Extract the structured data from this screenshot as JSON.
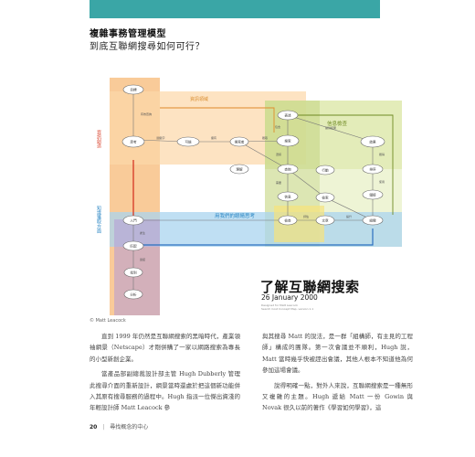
{
  "header": {
    "section_title": "複雜事務管理模型",
    "subtitle": "到底互聯網搜尋如何可行？"
  },
  "diagram": {
    "region_labels": {
      "top_orange": "資訊領域",
      "right_green": "信息檢查",
      "left_red": "資訊創造",
      "blue_band": "用我們的眼睛思考",
      "left_purple": "知識獲取方面"
    },
    "nodes": {
      "n1": "目標",
      "n2": "思考",
      "n3": "可能",
      "n4": "搜索者",
      "n5": "表述",
      "n6": "搜索",
      "n7": "查詢",
      "n8": "信息",
      "n9": "檢索",
      "n10": "結果",
      "n11": "排序",
      "n12": "鏈接",
      "n13": "組織",
      "n14": "入門",
      "n15": "檢查",
      "n16": "文章",
      "n17": "匹配",
      "n18": "找到",
      "n19": "分析",
      "n20": "理解",
      "n21": "行動"
    },
    "edge_labels": {
      "e1": "有效查詢",
      "e2": "關鍵字",
      "e3": "擁有",
      "e4": "獲取",
      "e5": "包含",
      "e6": "提供結果",
      "e7": "選擇",
      "e8": "需要",
      "e9": "獲得",
      "e10": "使用",
      "e11": "評估",
      "e12": "提升",
      "e13": "產生",
      "e14": "連結"
    }
  },
  "credit": "© Matt Leacock",
  "article": {
    "title": "了解互聯網搜索",
    "date": "26 January 2000",
    "note_line1": "Designed for Matt Leacock",
    "note_line2": "Search Cost Concept Map, version 1.1"
  },
  "body": {
    "left_p1": "直到 1999 年仍然是互聯網搜索的黑暗時代，產業領袖網景（Netscape）才剛併購了一家以網路搜索為專長的小型新創企業。",
    "left_p2": "當產品部副總裁設計部主管 Hugh Dubberly 管理此搜尋介面的重新設計，網景當時還處於把這個新功能併入其原有搜尋服務的過程中。Hugh 指派一位傑出資淺的年輕設計師 Matt Leacock 參",
    "right_p1": "與其搜尋 Matt 的說法，是一群「組構師，有主見的工程師」構成的團隊。第一次會議並不順利，Hugh 說，Matt 當時幾乎快被趕出會議，其他人根本不知道他為何參加這場會議。",
    "right_p2": "說得明確一點，對外人來說，互聯網搜索是一種無形又複雜的主題。Hugh 遞給 Matt 一份 Gowin 與 Novak 很久以前的著作《學習如何學習》，這"
  },
  "footer": {
    "page_number": "20",
    "separator": "|",
    "chapter": "尋找概念的中心"
  },
  "colors": {
    "teal": "#3aa6a6",
    "orange": "#f7b977",
    "green": "#c9d98a",
    "blue": "#a9d4ef",
    "red_line": "#d9412b",
    "purple": "#b49ad6",
    "yellow": "#f6e27a",
    "pink": "#f4c6c0"
  }
}
